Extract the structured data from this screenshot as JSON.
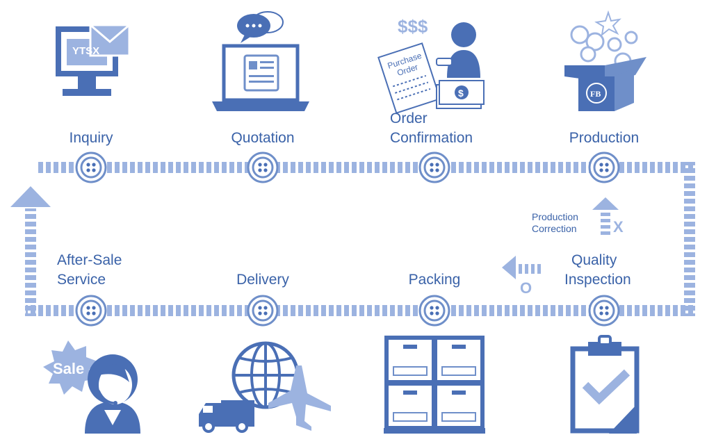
{
  "colors": {
    "dark": "#4a6fb5",
    "mid": "#6f8fc9",
    "light": "#9cb3e0",
    "pale": "#c7d4ee",
    "text": "#3a62a8"
  },
  "steps_top": [
    {
      "label_line1": "Inquiry",
      "label_line2": "",
      "icon": "computer-mail-icon"
    },
    {
      "label_line1": "Quotation",
      "label_line2": "",
      "icon": "laptop-chat-icon"
    },
    {
      "label_line1": "Order",
      "label_line2": "Confirmation",
      "icon": "purchase-order-icon"
    },
    {
      "label_line1": "Production",
      "label_line2": "",
      "icon": "button-box-icon"
    }
  ],
  "steps_bottom": [
    {
      "label_line1": "After-Sale",
      "label_line2": "Service",
      "icon": "support-agent-icon"
    },
    {
      "label_line1": "Delivery",
      "label_line2": "",
      "icon": "globe-truck-plane-icon"
    },
    {
      "label_line1": "Packing",
      "label_line2": "",
      "icon": "stacked-boxes-icon"
    },
    {
      "label_line1": "Quality",
      "label_line2": "Inspection",
      "icon": "clipboard-check-icon"
    }
  ],
  "icon_text": {
    "mail_brand": "YTSX",
    "po_line1": "Purchase",
    "po_line2": "Order",
    "money": "$$$",
    "dollar": "$",
    "sale": "Sale",
    "box_logo": "FB"
  },
  "correction": {
    "line1": "Production",
    "line2": "Correction",
    "fail_mark": "X"
  },
  "pass_mark": "O"
}
